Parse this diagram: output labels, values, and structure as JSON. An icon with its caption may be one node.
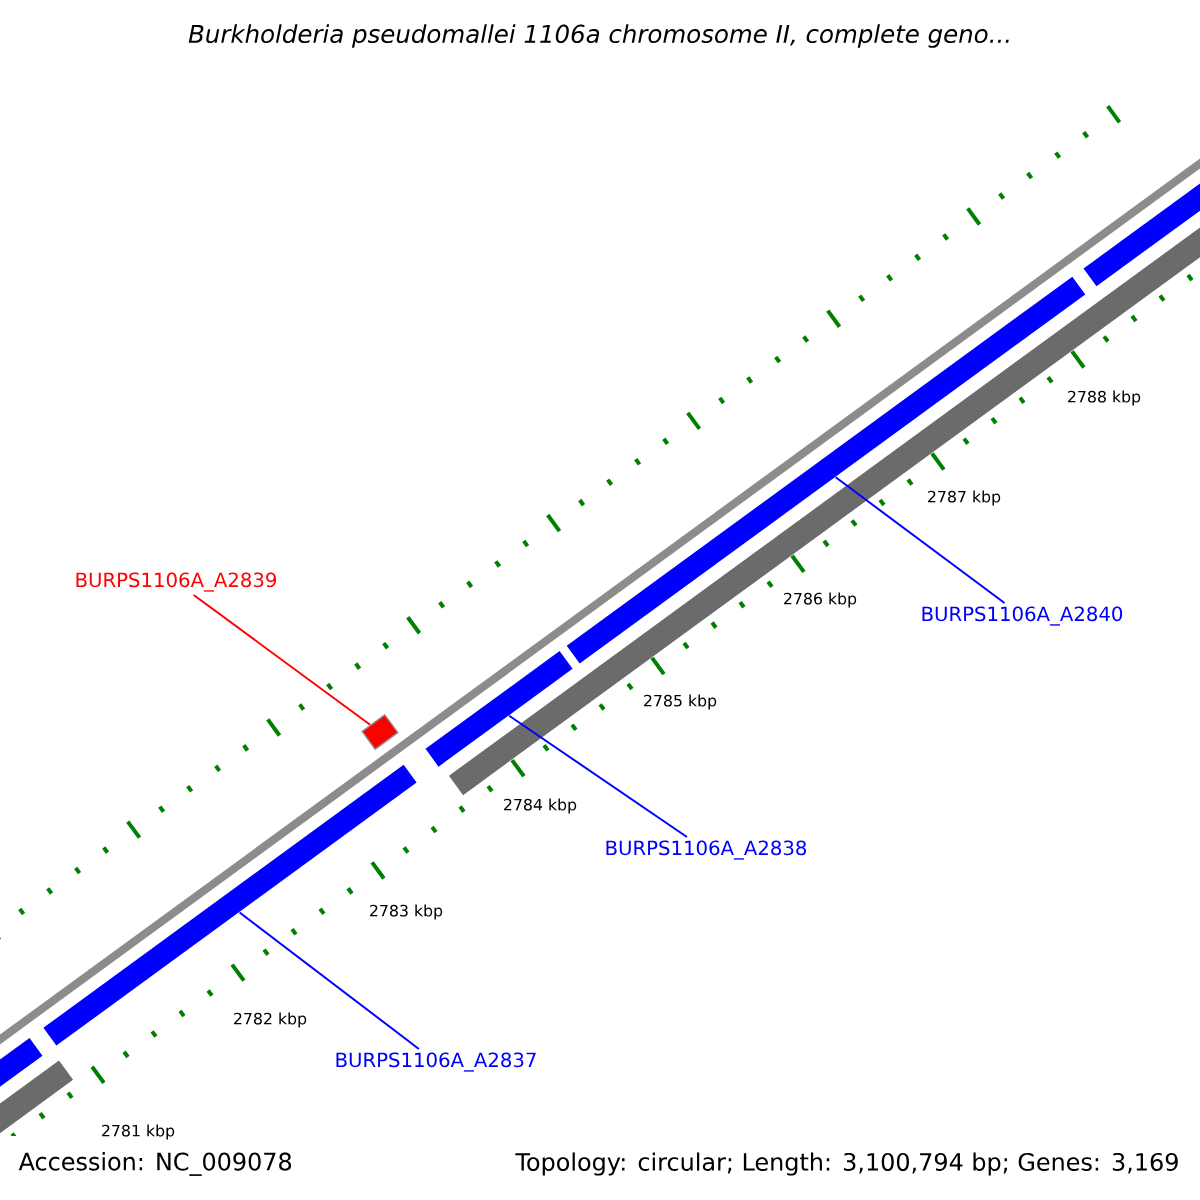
{
  "diagram": {
    "title": "Burkholderia pseudomallei 1106a chromosome II, complete geno...",
    "nodes": [
      {
        "text": [
          "BURPS1106A_A2839"
        ]
      },
      {
        "text": [],
        "shape": "box"
      },
      {
        "text": [
          "BURPS1106A_A2840"
        ]
      },
      {
        "text": [],
        "shape": "bar"
      },
      {
        "text": [
          "BURPS1106A_A2838"
        ]
      },
      {
        "text": [],
        "shape": "bar"
      },
      {
        "text": [
          "BURPS1106A_A2837"
        ]
      },
      {
        "text": [],
        "shape": "bar"
      }
    ],
    "edges": [
      {
        "from": 0,
        "to": 1,
        "arrow": "none",
        "color": "#ff0000"
      },
      {
        "from": 2,
        "to": 3,
        "arrow": "none"
      },
      {
        "from": 4,
        "to": 5,
        "arrow": "none"
      },
      {
        "from": 6,
        "to": 7,
        "arrow": "none"
      }
    ],
    "labels": [
      "2788 kbp",
      "2787 kbp",
      "2786 kbp",
      "2785 kbp",
      "2784 kbp",
      "2783 kbp",
      "2782 kbp",
      "2781 kbp",
      "Accession: NC_009078",
      "Topology: circular; Length: 3,100,794 bp; Genes: 3,169"
    ]
  }
}
